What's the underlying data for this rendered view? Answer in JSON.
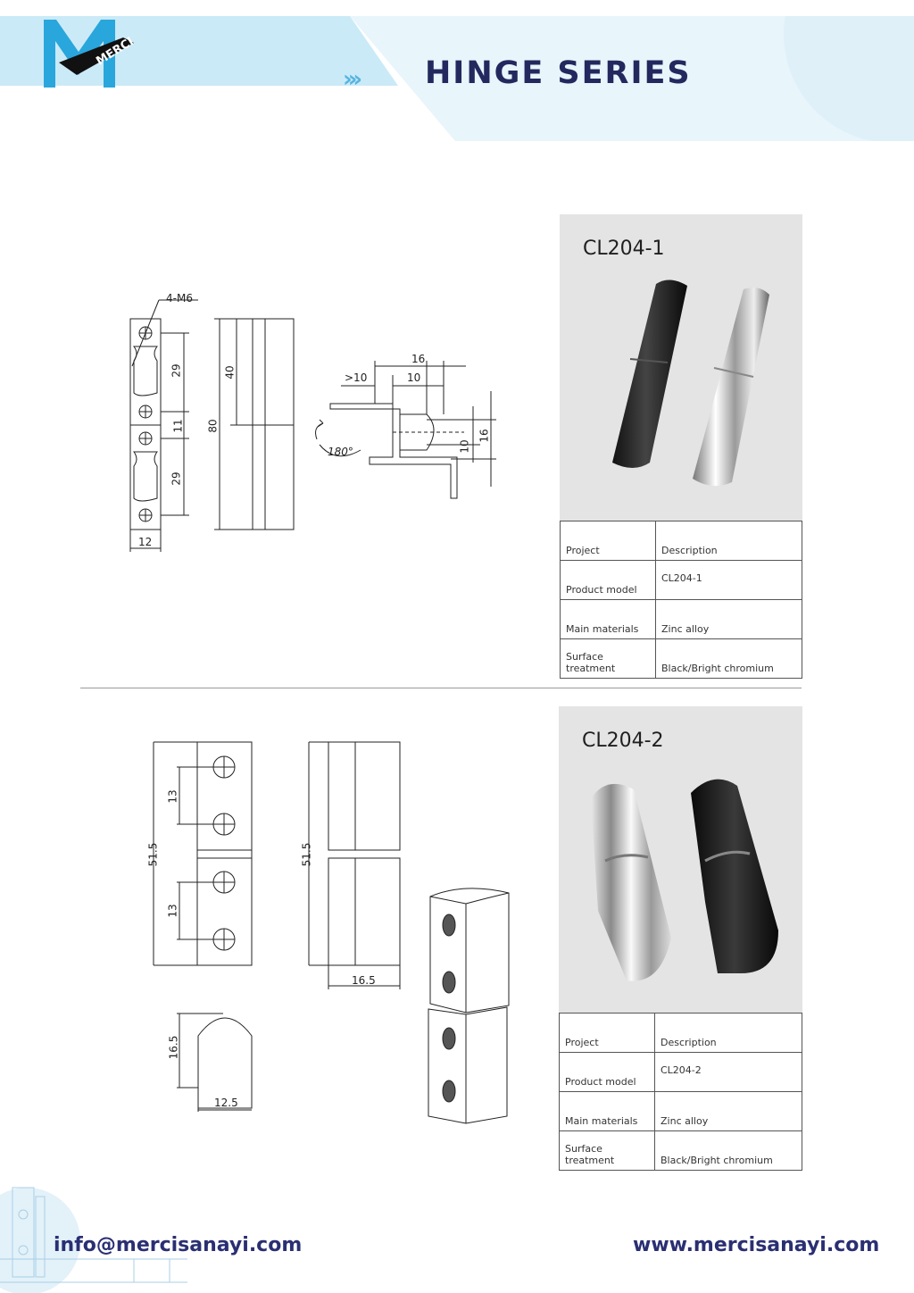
{
  "brand": {
    "logo_text": "MERCI"
  },
  "header": {
    "title": "HINGE SERIES",
    "chevrons": "›››"
  },
  "products": [
    {
      "model": "CL204-1",
      "spec": {
        "col1_header": "Project",
        "col2_header": "Description",
        "rows": [
          {
            "label": "Product model",
            "value": "CL204-1"
          },
          {
            "label": "Main materials",
            "value": "Zinc alloy"
          },
          {
            "label": "Surface treatment",
            "value": "Black/Bright chromium"
          }
        ]
      },
      "dims": {
        "holes": "4-M6",
        "d29a": "29",
        "d11": "11",
        "d29b": "29",
        "d12": "12",
        "d80": "80",
        "d40": "40",
        "d16": "16",
        "dgt10": ">10",
        "d10": "10",
        "d10v": "10",
        "d16v": "16",
        "angle": "180°"
      }
    },
    {
      "model": "CL204-2",
      "spec": {
        "col1_header": "Project",
        "col2_header": "Description",
        "rows": [
          {
            "label": "Product model",
            "value": "CL204-2"
          },
          {
            "label": "Main materials",
            "value": "Zinc alloy"
          },
          {
            "label": "Surface treatment",
            "value": "Black/Bright chromium"
          }
        ]
      },
      "dims": {
        "d515a": "51.5",
        "d13a": "13",
        "d13b": "13",
        "d515b": "51.5",
        "d165": "16.5",
        "d165v": "16.5",
        "d125": "12.5"
      }
    }
  ],
  "footer": {
    "email": "info@mercisanayi.com",
    "website": "www.mercisanayi.com"
  },
  "colors": {
    "navy": "#23295e",
    "accent_blue": "#56b4e0",
    "header_band": "#e5f4fb",
    "panel_gray": "#e4e4e4"
  }
}
